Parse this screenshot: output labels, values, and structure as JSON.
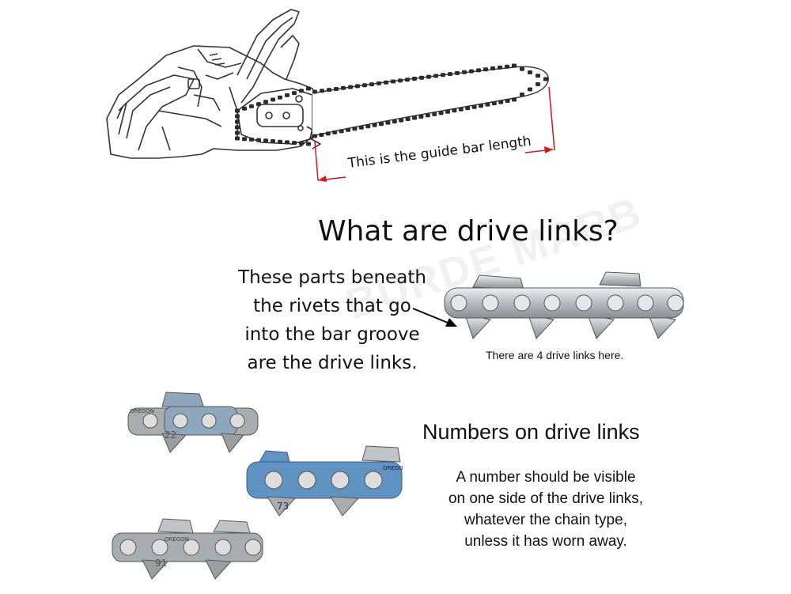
{
  "saw": {
    "bar_label": "This is the guide bar length"
  },
  "drive_links": {
    "title": "What are drive links?",
    "description_lines": [
      "These parts beneath",
      "the rivets that go",
      "into the bar groove",
      "are the drive links."
    ],
    "caption": "There are 4 drive links here.",
    "watermark": "BURDE MARB"
  },
  "numbers": {
    "title": "Numbers on drive links",
    "description_lines": [
      "A number should be visible",
      "on one side of the drive links,",
      "whatever the chain type,",
      "unless it has worn away."
    ]
  },
  "chains": [
    {
      "brand": "OREGON",
      "number": "22",
      "color": "#8fa7bd"
    },
    {
      "brand": "OREGON",
      "number": "73",
      "color": "#5e93c2"
    },
    {
      "brand": "OREGON",
      "number": "91",
      "color": "#a8acb0"
    }
  ],
  "colors": {
    "dimension_line": "#d01818",
    "outline": "#333333",
    "metal": "#b8bcc0",
    "metal_dark": "#7a7e82",
    "blue": "#5e93c2"
  }
}
